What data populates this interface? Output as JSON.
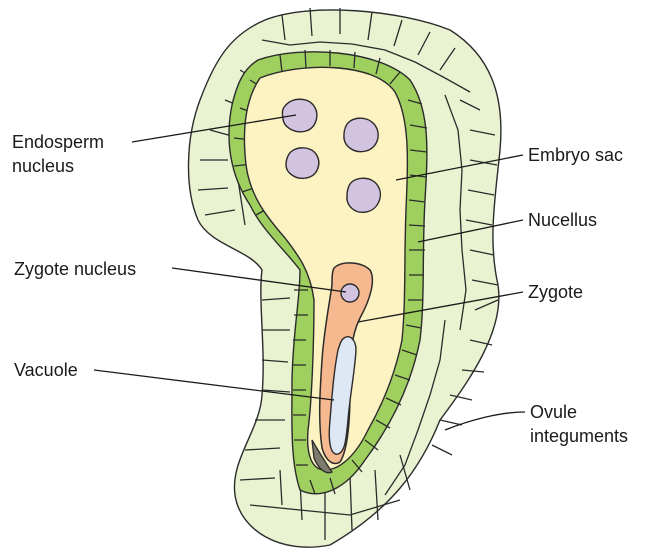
{
  "labels": {
    "endosperm_nucleus_line1": "Endosperm",
    "endosperm_nucleus_line2": "nucleus",
    "embryo_sac": "Embryo sac",
    "nucellus": "Nucellus",
    "zygote_nucleus": "Zygote nucleus",
    "zygote": "Zygote",
    "vacuole": "Vacuole",
    "ovule_integuments_line1": "Ovule",
    "ovule_integuments_line2": "integuments"
  },
  "colors": {
    "integument_cells": "#e9f3d2",
    "nucellus_cells": "#9fcf5f",
    "embryo_sac": "#fdf2c2",
    "endosperm_nuclei": "#d2c4e0",
    "zygote": "#f5b88f",
    "vacuole": "#dde8f4",
    "outline": "#2b2b2b"
  }
}
